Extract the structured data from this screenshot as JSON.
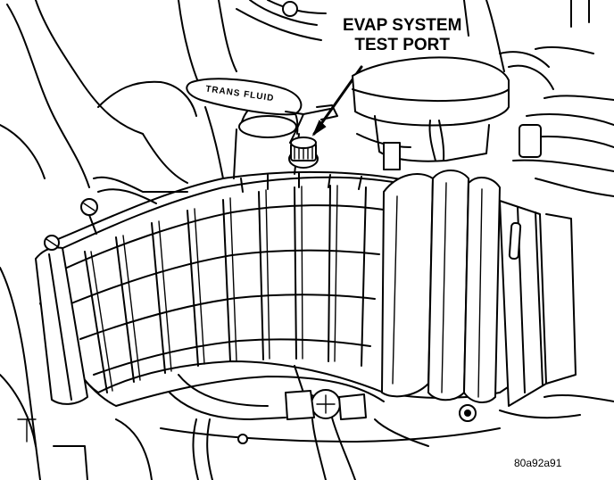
{
  "callout": {
    "line1": "EVAP SYSTEM",
    "line2": "TEST PORT"
  },
  "cap_label": "TRANS FLUID",
  "figure_id": "80a92a91",
  "icons": {
    "test_port": "evap-test-port-cap",
    "dipstick": "trans-fluid-dipstick-handle"
  }
}
